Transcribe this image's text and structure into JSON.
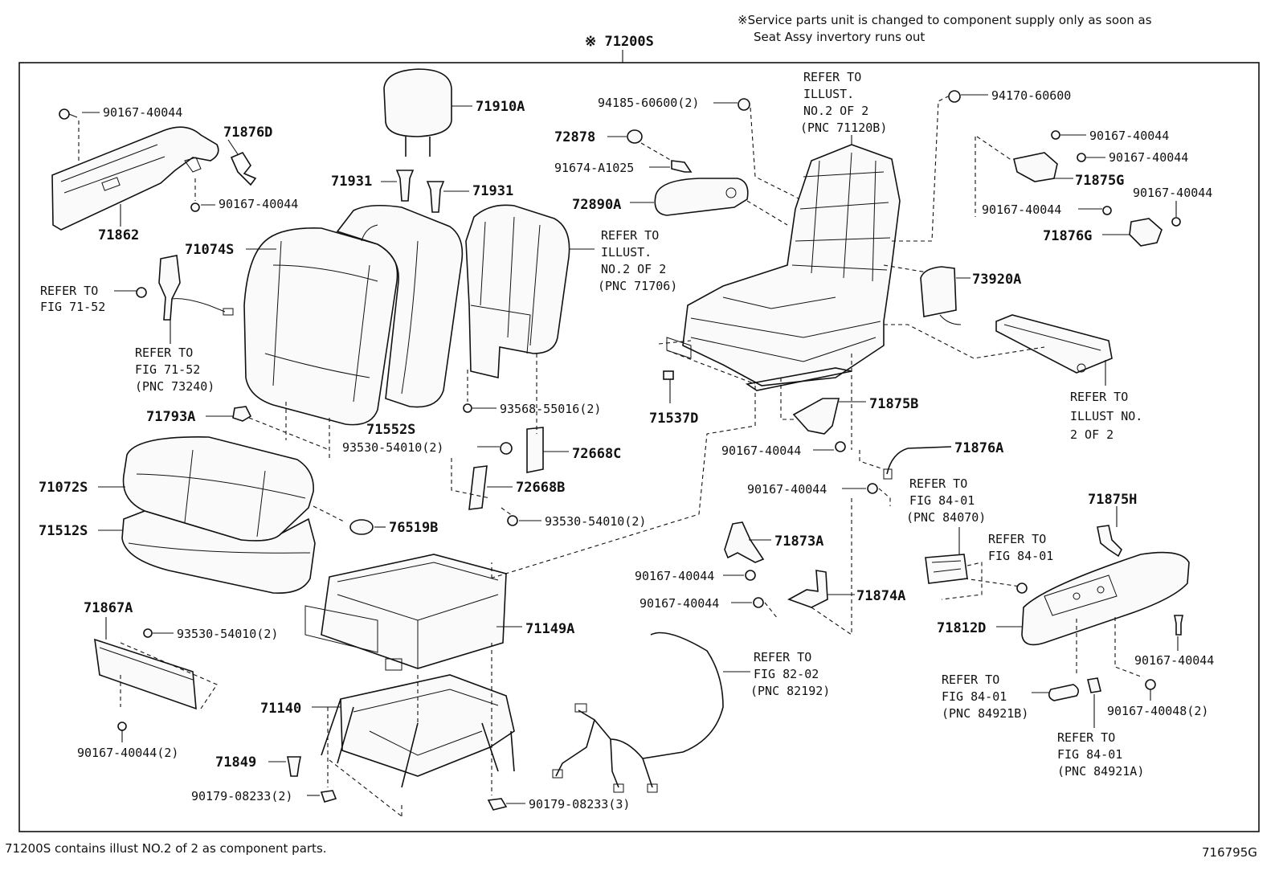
{
  "header": {
    "service_note_line1": "※Service parts unit is changed to component supply only as soon as",
    "service_note_line2": "Seat Assy invertory runs out",
    "assembly_title": "※ 71200S"
  },
  "footer": {
    "note": "71200S contains illust NO.2 of 2 as component parts.",
    "illustration_code": "716795G"
  },
  "refs": {
    "r1a": "REFER TO",
    "r1b": "ILLUST.",
    "r1c": "NO.2 OF 2",
    "r1d": "(PNC 71120B)",
    "r2a": "REFER TO",
    "r2b": "ILLUST.",
    "r2c": "NO.2 OF 2",
    "r2d": "(PNC 71706)",
    "r3a": "REFER TO",
    "r3b": "FIG 71-52",
    "r4a": "REFER TO",
    "r4b": "FIG 71-52",
    "r4c": "(PNC 73240)",
    "r5a": "REFER TO",
    "r5b": "ILLUST NO.",
    "r5c": "2 OF 2",
    "r6a": "REFER TO",
    "r6b": "FIG 84-01",
    "r6c": "(PNC 84070)",
    "r7a": "REFER TO",
    "r7b": "FIG 84-01",
    "r8a": "REFER TO",
    "r8b": "FIG 82-02",
    "r8c": "(PNC 82192)",
    "r9a": "REFER TO",
    "r9b": "FIG 84-01",
    "r9c": "(PNC 84921B)",
    "r10a": "REFER TO",
    "r10b": "FIG 84-01",
    "r10c": "(PNC 84921A)"
  },
  "parts": {
    "p71910A": "71910A",
    "p71931a": "71931",
    "p71931b": "71931",
    "p71074S": "71074S",
    "p71552S": "71552S",
    "p71862": "71862",
    "p71876D": "71876D",
    "p90167_1": "90167-40044",
    "p90167_2": "90167-40044",
    "p71793A": "71793A",
    "p71072S": "71072S",
    "p71512S": "71512S",
    "p76519B": "76519B",
    "p93568": "93568-55016(2)",
    "p93530_1": "93530-54010(2)",
    "p72668C": "72668C",
    "p72668B": "72668B",
    "p93530_2": "93530-54010(2)",
    "p71867A": "71867A",
    "p93530_3": "93530-54010(2)",
    "p90167_3": "90167-40044(2)",
    "p71149A": "71149A",
    "p71140": "71140",
    "p71849": "71849",
    "p90179_1": "90179-08233(2)",
    "p90179_2": "90179-08233(3)",
    "p94185": "94185-60600(2)",
    "p72878": "72878",
    "p91674": "91674-A1025",
    "p72890A": "72890A",
    "p71537D": "71537D",
    "p94170": "94170-60600",
    "p90167_4": "90167-40044",
    "p90167_5": "90167-40044",
    "p71875G": "71875G",
    "p90167_6": "90167-40044",
    "p90167_7": "90167-40044",
    "p71876G": "71876G",
    "p73920A": "73920A",
    "p71875B": "71875B",
    "p90167_8": "90167-40044",
    "p71876A": "71876A",
    "p90167_9": "90167-40044",
    "p71873A": "71873A",
    "p90167_10": "90167-40044",
    "p90167_11": "90167-40044",
    "p71874A": "71874A",
    "p71875H": "71875H",
    "p71812D": "71812D",
    "p90167_12": "90167-40044",
    "p90167_13": "90167-40048(2)"
  }
}
